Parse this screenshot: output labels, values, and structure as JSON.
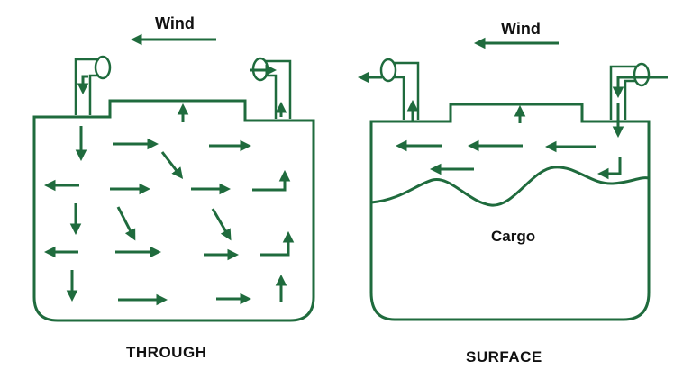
{
  "colors": {
    "green": "#1f6b3d",
    "text": "#111111",
    "background": "#ffffff"
  },
  "left_panel": {
    "wind_label": "Wind",
    "caption": "THROUGH",
    "wind_direction": "left",
    "air_flow": "through the entire hold"
  },
  "right_panel": {
    "wind_label": "Wind",
    "caption": "SURFACE",
    "cargo_label": "Cargo",
    "wind_direction": "left",
    "air_flow": "across the cargo surface"
  }
}
